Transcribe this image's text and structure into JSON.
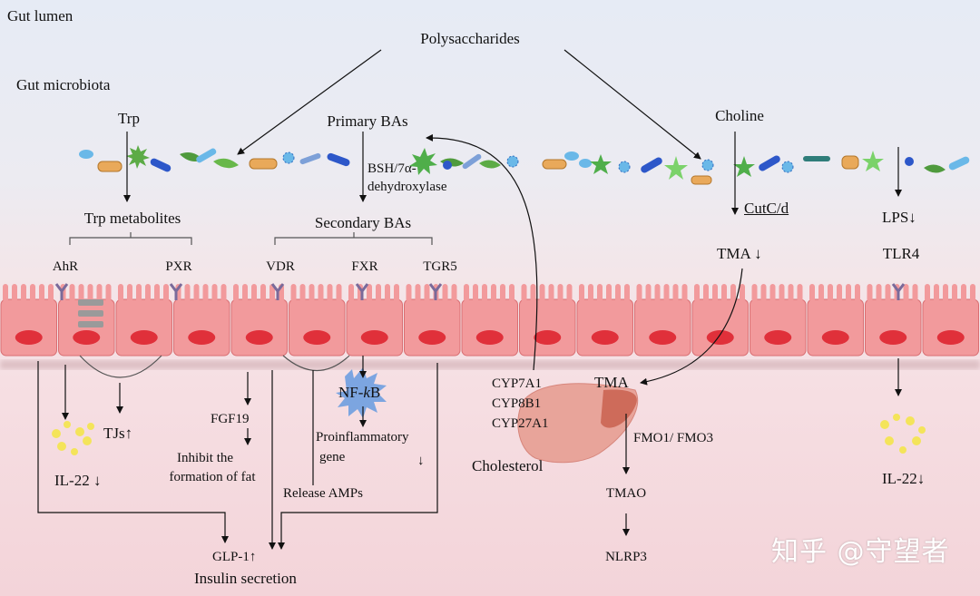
{
  "labels": {
    "gut_lumen": "Gut  lumen",
    "gut_microbiota": "Gut microbiota",
    "polysaccharides": "Polysaccharides",
    "trp": "Trp",
    "primary_bas": "Primary BAs",
    "choline": "Choline",
    "bsh": "BSH/7α-",
    "dehydroxylase": "dehydroxylase",
    "trp_metabolites": "Trp metabolites",
    "secondary_bas": "Secondary BAs",
    "cutcd": "CutC/d",
    "lps": "LPS",
    "ahr": "AhR",
    "pxr": "PXR",
    "vdr": "VDR",
    "fxr": "FXR",
    "tgr5": "TGR5",
    "tma_top": "TMA",
    "tlr4": "TLR4",
    "nfkb_prefix": "NF-",
    "nfkb_k": "k",
    "nfkb_b": "B",
    "tma_liver": "TMA",
    "cyp7a1": "CYP7A1",
    "cyp8b1": "CYP8B1",
    "cyp27a1": "CYP27A1",
    "fgf19": "FGF19",
    "tjs": "TJs",
    "inhibit_line1": "Inhibit the",
    "inhibit_line2": "formation of fat",
    "proinflammatory_line1": "Proinflammatory",
    "proinflammatory_line2": "gene",
    "fmo": "FMO1/ FMO3",
    "cholesterol": "Cholesterol",
    "il22_left": "IL-22",
    "il22_right": "IL-22",
    "release_amps": "Release AMPs",
    "tmao": "TMAO",
    "glp1": "GLP-1",
    "insulin_secretion": "Insulin secretion",
    "nlrp3": "NLRP3"
  },
  "watermark": "知乎 @守望者",
  "colors": {
    "cell_fill": "#f29a9c",
    "cell_border": "#d96e72",
    "nucleus": "#e0303a",
    "receptor": "#7a6a9a",
    "liver": "#e8a49a",
    "nfkb_burst": "#6f9fe0",
    "vesicle": "#f4e45a",
    "arrow": "#111111"
  }
}
